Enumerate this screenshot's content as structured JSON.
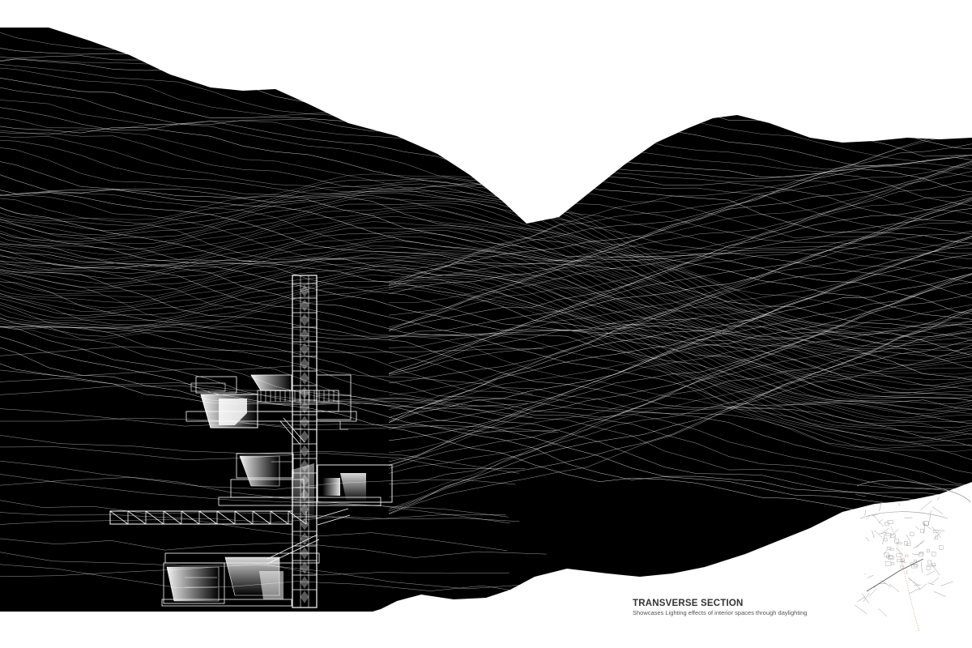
{
  "drawing": {
    "title": "TRANSVERSE SECTION",
    "subtitle": "Showcases Lighting effects of interior spaces through daylighting"
  },
  "colors": {
    "background": "#ffffff",
    "terrain": "#000000",
    "wireframe": "#ffffff",
    "building": "#ffffff"
  },
  "icons": [
    "terrain-wireframe",
    "building-section",
    "site-location-map"
  ]
}
